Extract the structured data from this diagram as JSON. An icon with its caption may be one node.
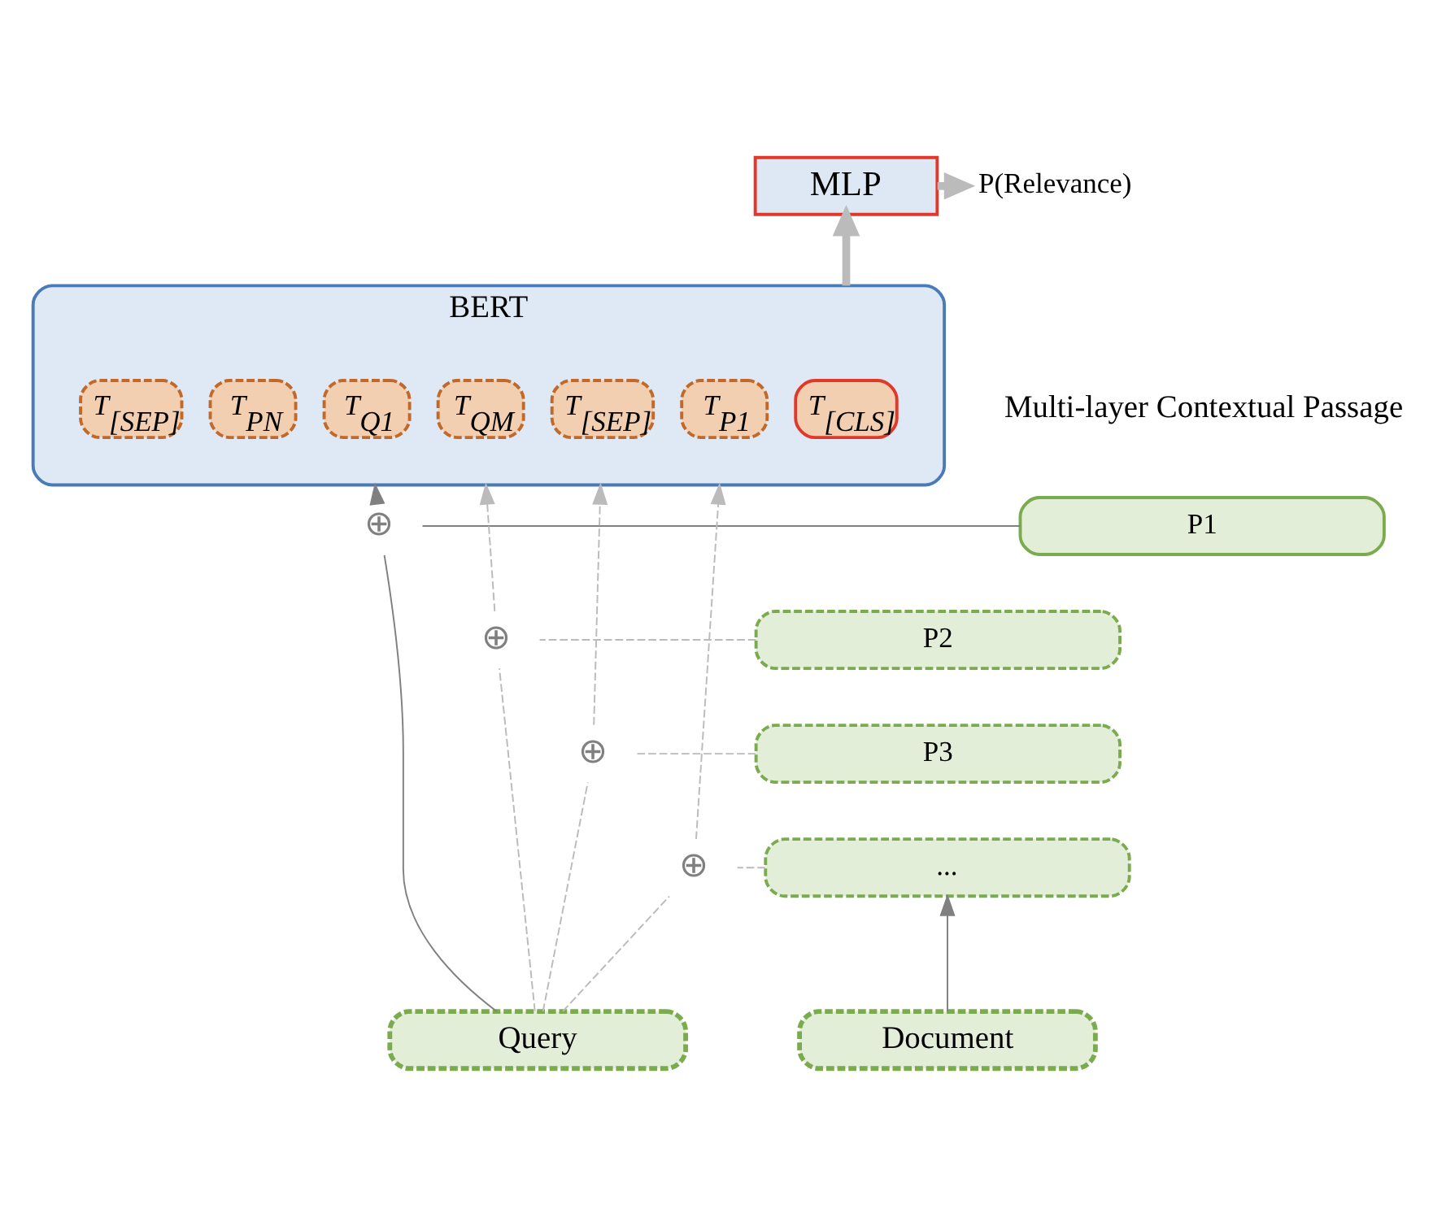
{
  "diagram": {
    "nodes": [
      {
        "text": [
          "MLP"
        ]
      },
      {
        "text": [
          "P(Relevance)"
        ]
      },
      {
        "text": [
          "BERT"
        ]
      },
      {
        "text": [
          "T$_{[CLS]}$"
        ],
        "in": 2
      },
      {
        "text": [
          "T$_{Q1}$"
        ],
        "in": 2
      },
      {
        "text": [
          "T$_{QM}$"
        ],
        "in": 2
      },
      {
        "text": [
          "T$_{[SEP]}$"
        ],
        "in": 2
      },
      {
        "text": [
          "T$_{P1}$"
        ],
        "in": 2
      },
      {
        "text": [
          "T$_{PN}$"
        ],
        "in": 2
      },
      {
        "text": [
          "T$_{[SEP]}$"
        ],
        "in": 2
      },
      {
        "text": [
          "P1"
        ]
      },
      {
        "text": [
          "P2"
        ]
      },
      {
        "text": [
          "P3"
        ]
      },
      {
        "text": [
          "..."
        ]
      },
      {
        "text": [
          "⊕"
        ]
      },
      {
        "text": [
          "⊕"
        ]
      },
      {
        "text": [
          "⊕"
        ]
      },
      {
        "text": [
          "⊕"
        ]
      },
      {
        "text": [
          "Query"
        ]
      },
      {
        "text": [
          "Document"
        ]
      }
    ],
    "edges": [
      {
        "from": 0,
        "to": 1,
        "arrow": "to",
        "style": "thick"
      },
      {
        "from": 2,
        "to": 0,
        "arrow": "to",
        "style": "thick"
      },
      {
        "from": 18,
        "to": 14,
        "arrow": "none",
        "color": "#808080"
      },
      {
        "from": 14,
        "to": 2,
        "arrow": "to",
        "color": "#808080"
      },
      {
        "from": 18,
        "to": 15,
        "arrow": "none",
        "style": "dashed"
      },
      {
        "from": 15,
        "to": 2,
        "arrow": "to",
        "style": "dashed"
      },
      {
        "from": 18,
        "to": 16,
        "arrow": "none",
        "style": "dashed"
      },
      {
        "from": 16,
        "to": 2,
        "arrow": "to",
        "style": "dashed"
      },
      {
        "from": 18,
        "to": 17,
        "arrow": "none",
        "style": "dashed"
      },
      {
        "from": 17,
        "to": 2,
        "arrow": "to",
        "style": "dashed"
      },
      {
        "from": 10,
        "to": 14,
        "arrow": "none",
        "color": "#808080"
      },
      {
        "from": 11,
        "to": 15,
        "arrow": "none",
        "style": "dashed"
      },
      {
        "from": 12,
        "to": 16,
        "arrow": "none",
        "style": "dashed"
      },
      {
        "from": 13,
        "to": 17,
        "arrow": "none",
        "style": "dashed"
      },
      {
        "from": 19,
        "to": 13,
        "arrow": "to",
        "color": "#808080"
      }
    ],
    "labels": [
      "Multi-layer Contextual Passage"
    ]
  }
}
